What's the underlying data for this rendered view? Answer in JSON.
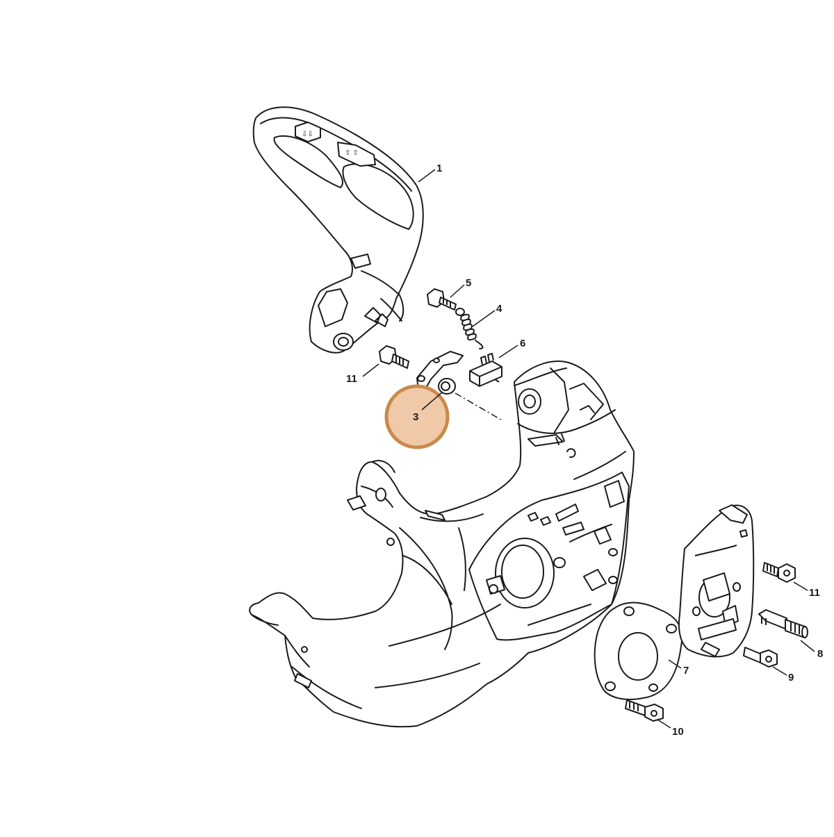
{
  "highlight_color": "#c98a4b",
  "highlight_fill": "#f0c9a8",
  "callouts": [
    {
      "id": "1",
      "label": "1"
    },
    {
      "id": "3",
      "label": "3",
      "highlighted": true
    },
    {
      "id": "4",
      "label": "4"
    },
    {
      "id": "5",
      "label": "5"
    },
    {
      "id": "6",
      "label": "6"
    },
    {
      "id": "7",
      "label": "7"
    },
    {
      "id": "8",
      "label": "8"
    },
    {
      "id": "9",
      "label": "9"
    },
    {
      "id": "10",
      "label": "10"
    },
    {
      "id": "11a",
      "label": "11"
    },
    {
      "id": "11b",
      "label": "11"
    }
  ]
}
